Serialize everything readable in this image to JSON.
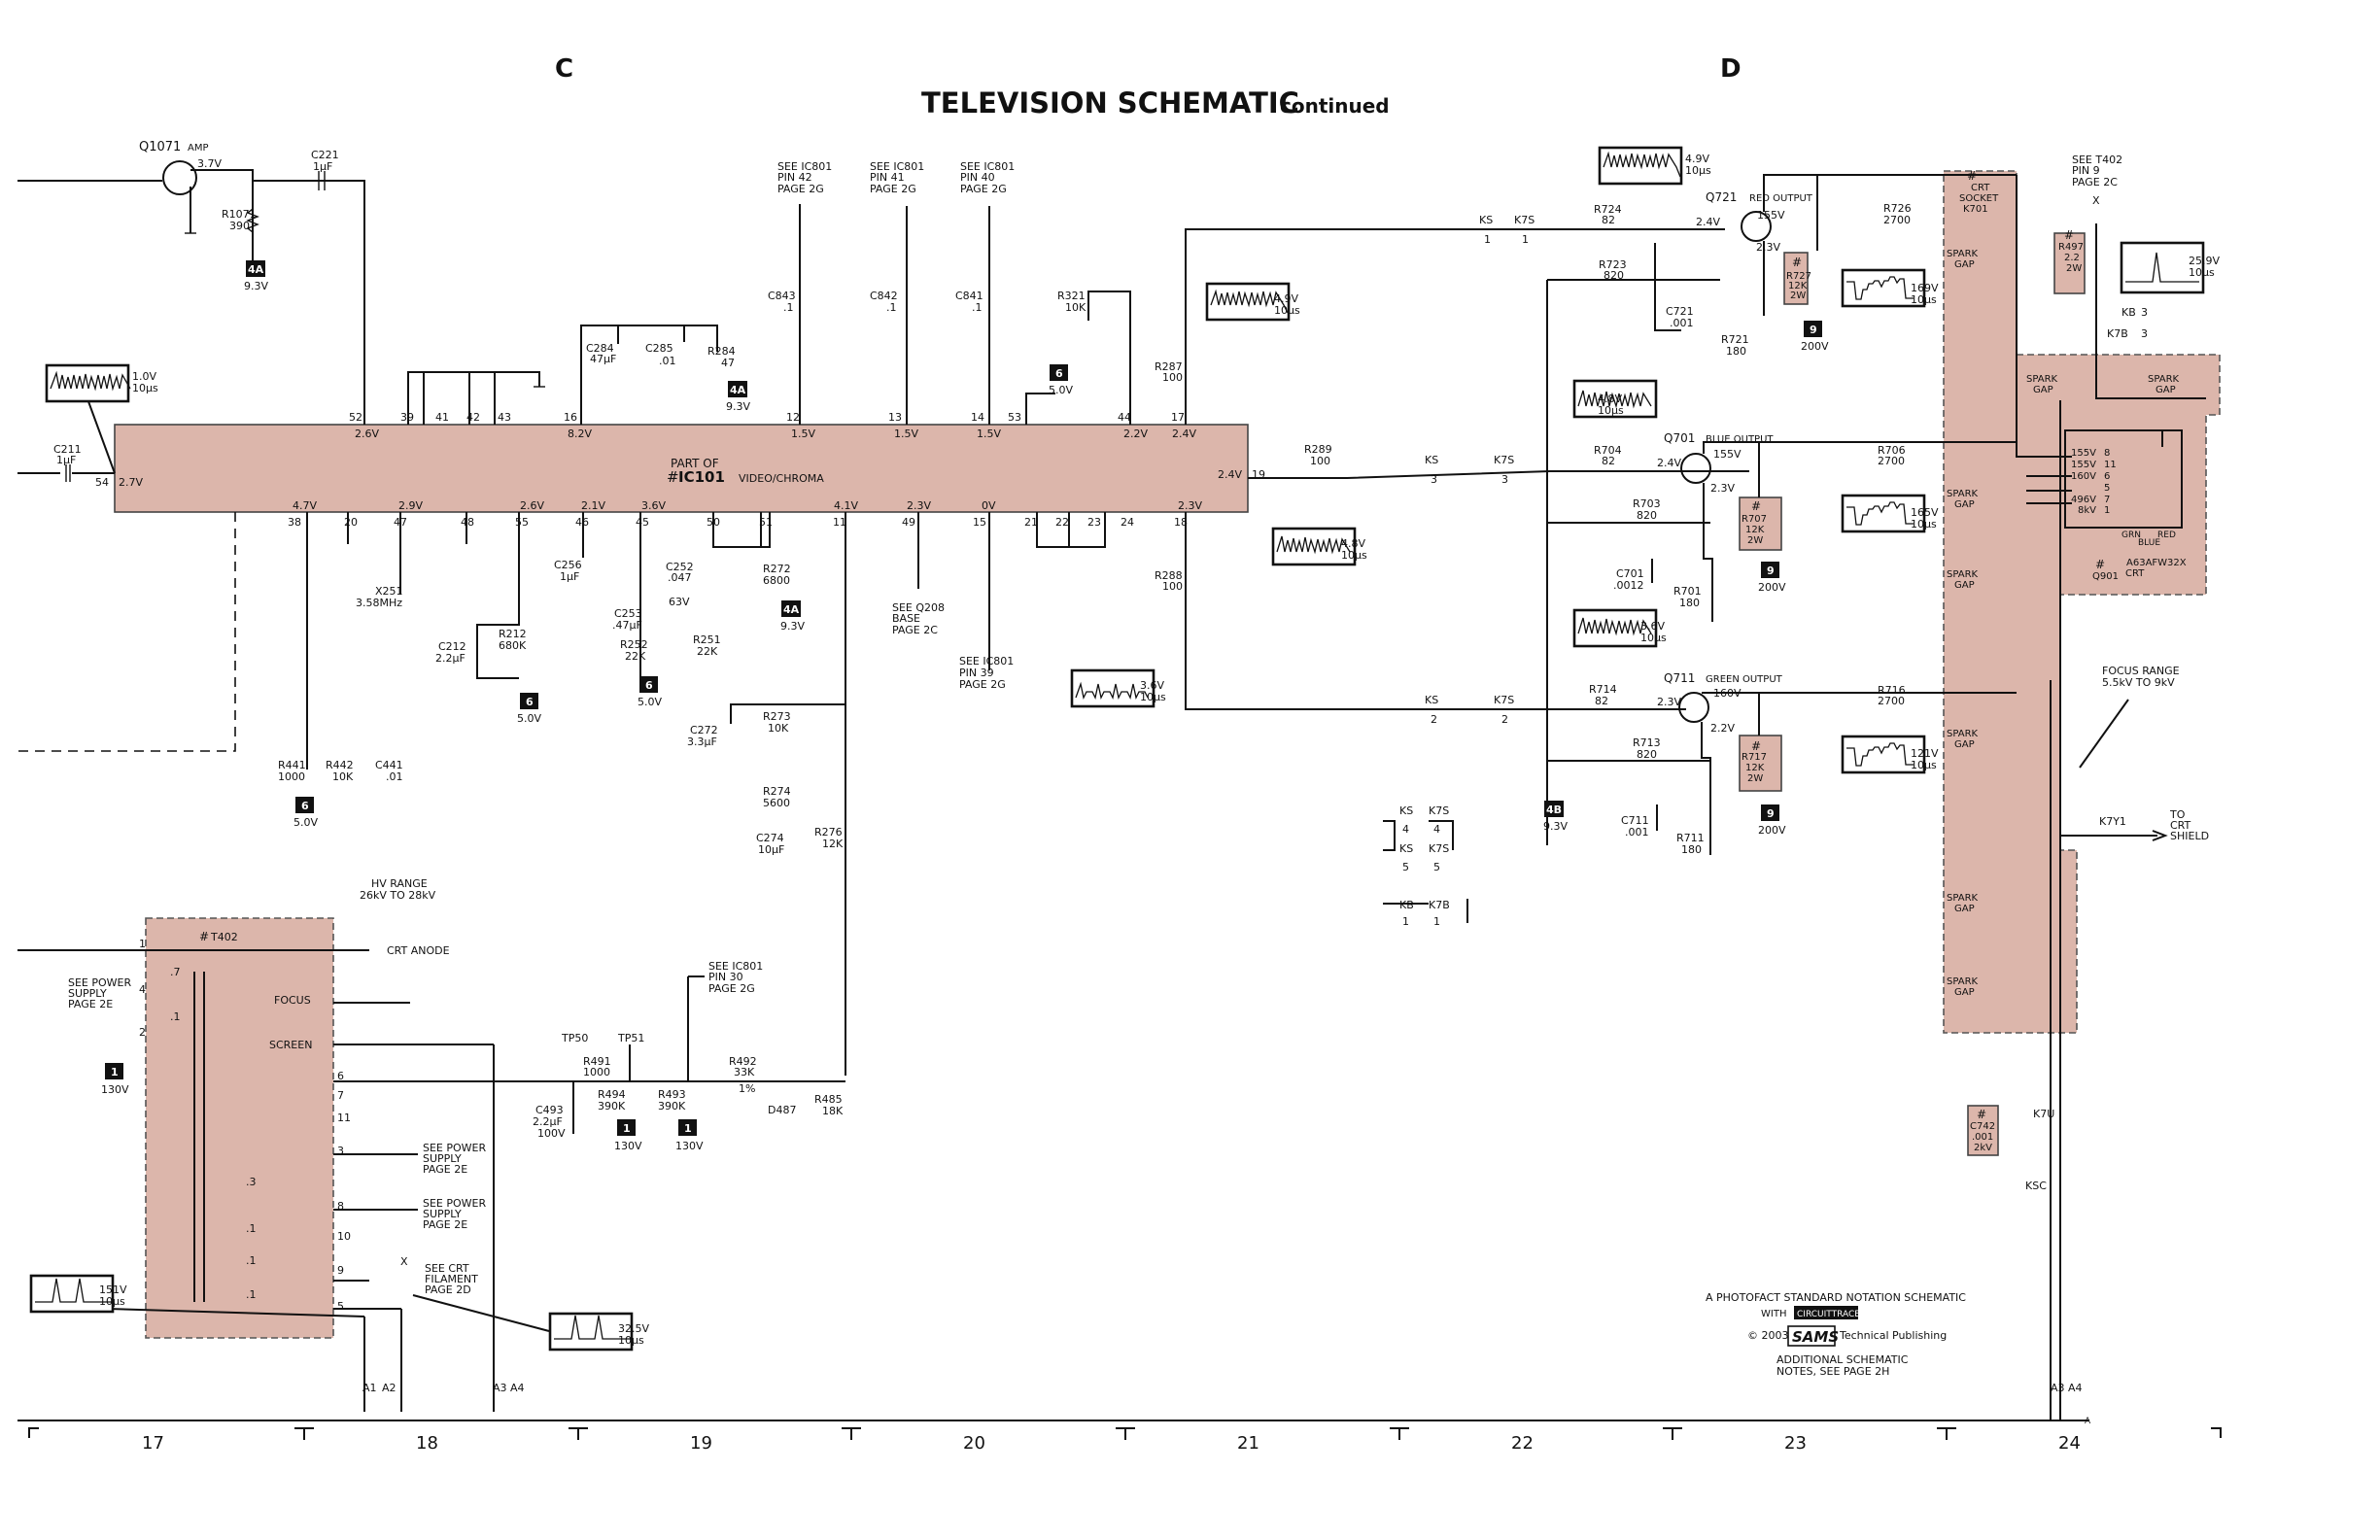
{
  "header": {
    "zone_left": "C",
    "zone_right": "D",
    "title_main": "TELEVISION SCHEMATIC",
    "title_suffix": "continued"
  },
  "ic": {
    "ref": "IC101",
    "part_of": "PART OF",
    "function": "VIDEO/CHROMA",
    "top_pins": [
      "52",
      "39",
      "41",
      "42",
      "43",
      "16",
      "12",
      "13",
      "14",
      "53",
      "44",
      "17"
    ],
    "top_voltages": [
      "2.6V",
      "8.2V",
      "1.5V",
      "1.5V",
      "1.5V",
      "2.2V",
      "2.4V"
    ],
    "bottom_pins": [
      "38",
      "20",
      "47",
      "48",
      "55",
      "46",
      "45",
      "50",
      "51",
      "11",
      "49",
      "15",
      "21",
      "22",
      "23",
      "24",
      "18"
    ],
    "bottom_voltages": [
      "4.7V",
      "2.9V",
      "2.6V",
      "2.1V",
      "3.6V",
      "4.1V",
      "2.3V",
      "0V",
      "2.3V"
    ],
    "left_pin": "54",
    "left_voltage": "2.7V",
    "right_pin": "19",
    "right_voltage": "2.4V"
  },
  "references": {
    "ic801_42": [
      "SEE IC801",
      "PIN 42",
      "PAGE 2G"
    ],
    "ic801_41": [
      "SEE IC801",
      "PIN 41",
      "PAGE 2G"
    ],
    "ic801_40": [
      "SEE IC801",
      "PIN 40",
      "PAGE 2G"
    ],
    "ic801_39": [
      "SEE IC801",
      "PIN 39",
      "PAGE 2G"
    ],
    "ic801_30": [
      "SEE IC801",
      "PIN 30",
      "PAGE 2G"
    ],
    "q208": [
      "SEE Q208",
      "BASE",
      "PAGE 2C"
    ],
    "t402": [
      "SEE T402",
      "PIN 9",
      "PAGE 2C"
    ],
    "power_left": [
      "SEE POWER",
      "SUPPLY",
      "PAGE 2E"
    ],
    "power_3": [
      "SEE POWER",
      "SUPPLY",
      "PAGE 2E"
    ],
    "power_8": [
      "SEE POWER",
      "SUPPLY",
      "PAGE 2E"
    ],
    "crt_filament": [
      "SEE CRT",
      "FILAMENT",
      "PAGE 2D"
    ],
    "crt_shield": [
      "TO",
      "CRT",
      "SHIELD"
    ],
    "hv_range": [
      "HV RANGE",
      "26kV TO 28kV"
    ],
    "focus_range": [
      "FOCUS RANGE",
      "5.5kV TO 9kV"
    ],
    "crt_anode": "CRT ANODE"
  },
  "components": {
    "q1071": {
      "ref": "Q1071",
      "role": "AMP",
      "v": "3.7V"
    },
    "r1071": {
      "ref": "R1071",
      "val": "390"
    },
    "c221": {
      "ref": "C221",
      "val": "1µF"
    },
    "c211": {
      "ref": "C211",
      "val": "1µF"
    },
    "c843": {
      "ref": "C843",
      "val": ".1"
    },
    "c842": {
      "ref": "C842",
      "val": ".1"
    },
    "c841": {
      "ref": "C841",
      "val": ".1"
    },
    "r321": {
      "ref": "R321",
      "val": "10K"
    },
    "c284": {
      "ref": "C284",
      "val": "47µF"
    },
    "c285": {
      "ref": "C285",
      "val": ".01"
    },
    "r284": {
      "ref": "R284",
      "val": "47"
    },
    "r287": {
      "ref": "R287",
      "val": "100"
    },
    "r288": {
      "ref": "R288",
      "val": "100"
    },
    "r289": {
      "ref": "R289",
      "val": "100"
    },
    "x251": {
      "ref": "X251",
      "val": "3.58MHz"
    },
    "c212": {
      "ref": "C212",
      "val": "2.2µF"
    },
    "r212": {
      "ref": "R212",
      "val": "680K"
    },
    "c256": {
      "ref": "C256",
      "val": "1µF"
    },
    "c252": {
      "ref": "C252",
      "val": ".047",
      "v": "63V"
    },
    "c253": {
      "ref": "C253",
      "val": ".47µF"
    },
    "r252": {
      "ref": "R252",
      "val": "22K"
    },
    "r251": {
      "ref": "R251",
      "val": "22K"
    },
    "r272": {
      "ref": "R272",
      "val": "6800"
    },
    "r273": {
      "ref": "R273",
      "val": "10K"
    },
    "c272": {
      "ref": "C272",
      "val": "3.3µF"
    },
    "r274": {
      "ref": "R274",
      "val": "5600"
    },
    "c274": {
      "ref": "C274",
      "val": "10µF"
    },
    "r276": {
      "ref": "R276",
      "val": "12K"
    },
    "r441": {
      "ref": "R441",
      "val": "1000"
    },
    "r442": {
      "ref": "R442",
      "val": "10K"
    },
    "c441": {
      "ref": "C441",
      "val": ".01"
    },
    "t402": {
      "ref": "T402"
    },
    "tp50": "TP50",
    "tp51": "TP51",
    "r491": {
      "ref": "R491",
      "val": "1000"
    },
    "c493": {
      "ref": "C493",
      "val": "2.2µF",
      "v": "100V"
    },
    "r494": {
      "ref": "R494",
      "val": "390K"
    },
    "r493": {
      "ref": "R493",
      "val": "390K"
    },
    "r492": {
      "ref": "R492",
      "val": "33K",
      "tol": "1%"
    },
    "d487": "D487",
    "r485": {
      "ref": "R485",
      "val": "18K"
    },
    "q721": {
      "ref": "Q721",
      "role": "RED OUTPUT",
      "vc": "155V",
      "ve": "2.3V",
      "vb": "2.4V"
    },
    "q701": {
      "ref": "Q701",
      "role": "BLUE OUTPUT",
      "vc": "155V",
      "ve": "2.3V",
      "vb": "2.4V"
    },
    "q711": {
      "ref": "Q711",
      "role": "GREEN OUTPUT",
      "vc": "160V",
      "ve": "2.2V",
      "vb": "2.3V"
    },
    "r724": {
      "ref": "R724",
      "val": "82"
    },
    "r723": {
      "ref": "R723",
      "val": "820"
    },
    "c721": {
      "ref": "C721",
      "val": ".001"
    },
    "r721": {
      "ref": "R721",
      "val": "180"
    },
    "r727": {
      "ref": "R727",
      "val": "12K",
      "w": "2W"
    },
    "r726": {
      "ref": "R726",
      "val": "2700"
    },
    "r704": {
      "ref": "R704",
      "val": "82"
    },
    "r703": {
      "ref": "R703",
      "val": "820"
    },
    "c701": {
      "ref": "C701",
      "val": ".0012"
    },
    "r701": {
      "ref": "R701",
      "val": "180"
    },
    "r707": {
      "ref": "R707",
      "val": "12K",
      "w": "2W"
    },
    "r706": {
      "ref": "R706",
      "val": "2700"
    },
    "r714": {
      "ref": "R714",
      "val": "82"
    },
    "r713": {
      "ref": "R713",
      "val": "820"
    },
    "c711": {
      "ref": "C711",
      "val": ".001"
    },
    "r711": {
      "ref": "R711",
      "val": "180"
    },
    "r717": {
      "ref": "R717",
      "val": "12K",
      "w": "2W"
    },
    "r716": {
      "ref": "R716",
      "val": "2700"
    },
    "r497": {
      "ref": "R497",
      "val": "2.2",
      "w": "2W"
    },
    "c742": {
      "ref": "C742",
      "val": ".001",
      "v": "2kV"
    },
    "k701": {
      "ref": "K701",
      "l1": "CRT",
      "l2": "SOCKET"
    },
    "q901": {
      "ref": "Q901",
      "l1": "CRT",
      "part": "A63AFW32X"
    },
    "crt_guns": [
      "GRN",
      "BLUE",
      "RED"
    ],
    "crt_pins": [
      {
        "v": "155V",
        "pin": "8"
      },
      {
        "v": "155V",
        "pin": "11"
      },
      {
        "v": "160V",
        "pin": "6"
      },
      {
        "v": "",
        "pin": "5"
      },
      {
        "v": "496V",
        "pin": "7"
      },
      {
        "v": "8kV",
        "pin": "1"
      }
    ],
    "spark_gap": [
      "SPARK",
      "GAP"
    ],
    "focus": "FOCUS",
    "screen": "SCREEN"
  },
  "connectors": {
    "ks": "KS",
    "k7s": "K7S",
    "kb": "KB",
    "k7b": "K7B",
    "k7u": "K7U",
    "ksc": "KSC",
    "k7y1": "K7Y1",
    "numbers": [
      "1",
      "2",
      "3",
      "4",
      "5"
    ]
  },
  "badges": {
    "b4a": "4A",
    "b6": "6",
    "b9": "9",
    "b1": "1",
    "b4b": "4B"
  },
  "badge_voltages": {
    "v93": "9.3V",
    "v50": "5.0V",
    "v200": "200V",
    "v130": "130V"
  },
  "waveforms": [
    {
      "v": "1.0V",
      "t": "10µs"
    },
    {
      "v": "4.9V",
      "t": "10µs"
    },
    {
      "v": "4.9V",
      "t": "10µs"
    },
    {
      "v": "4.8V",
      "t": "10µs"
    },
    {
      "v": "3.6V",
      "t": "10µs"
    },
    {
      "v": "4.8V",
      "t": "10µs"
    },
    {
      "v": "3.6V",
      "t": "10µs"
    },
    {
      "v": "169V",
      "t": "10µs"
    },
    {
      "v": "165V",
      "t": "10µs"
    },
    {
      "v": "121V",
      "t": "10µs"
    },
    {
      "v": "25.9V",
      "t": "10µs"
    },
    {
      "v": "151V",
      "t": "10µs"
    },
    {
      "v": "32.5V",
      "t": "10µs"
    }
  ],
  "transformer_taps": {
    "pins": [
      "1",
      "4",
      "2",
      "6",
      "7",
      "11",
      "3",
      "8",
      "10",
      "9",
      "5"
    ],
    "ratios": [
      ".7",
      ".1",
      ".3",
      ".1",
      ".1",
      ".1"
    ]
  },
  "notes": {
    "line1": "A PHOTOFACT STANDARD NOTATION SCHEMATIC",
    "with": "WITH",
    "circuit_trace": "CIRCUITTRACE",
    "copyright": "© 2003",
    "sams": "SAMS",
    "publisher": "Technical Publishing",
    "add1": "ADDITIONAL SCHEMATIC",
    "add2": "NOTES, SEE PAGE 2H"
  },
  "bottom_labels": [
    "A1",
    "A2",
    "A3",
    "A4",
    "A3",
    "A4",
    "A"
  ],
  "grid_numbers": [
    "17",
    "18",
    "19",
    "20",
    "21",
    "22",
    "23",
    "24"
  ],
  "misc": {
    "x": "X"
  }
}
